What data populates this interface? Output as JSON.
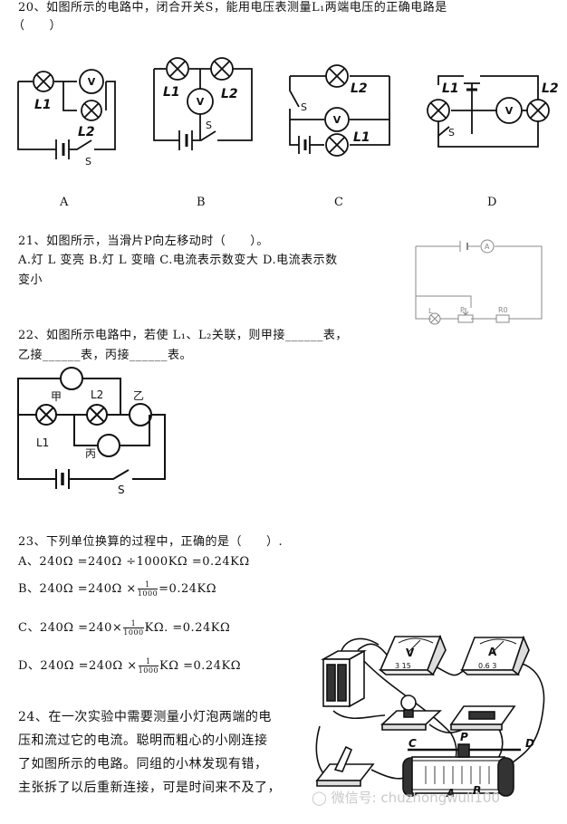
{
  "q20": {
    "line1": "20、如图所示的电路中，闭合开关S，能用电压表测量L₁两端电压的正确电路是",
    "line2": "（　　）",
    "options": [
      "A",
      "B",
      "C",
      "D"
    ],
    "labels": {
      "L1": "L1",
      "L2": "L2",
      "V": "V",
      "S": "S"
    }
  },
  "q21": {
    "line1": "21、如图所示，当滑片P向左移动时（　　）。",
    "line2": "A.灯 L 变亮 B.灯 L 变暗 C.电流表示数变大 D.电流表示数",
    "line3": "变小",
    "labels": {
      "A": "A",
      "L": "L",
      "P": "P",
      "R0": "R0"
    }
  },
  "q22": {
    "line1": "22、如图所示电路中，若使 L₁、L₂关联，则甲接______表，",
    "line2": "乙接______表，丙接______表。",
    "labels": {
      "jia": "甲",
      "L2": "L2",
      "yi": "乙",
      "L1": "L1",
      "bing": "丙",
      "S": "S"
    }
  },
  "q23": {
    "line1": "23、下列单位换算的过程中，正确的是（　　）.",
    "optA": "A、240Ω =240Ω ÷1000KΩ =0.24KΩ",
    "optB_pre": "B、240Ω =240Ω ×",
    "optB_post": "=0.24KΩ",
    "optC_pre": "C、240Ω =240×",
    "optC_post": "KΩ. =0.24KΩ",
    "optD_pre": "D、240Ω =240Ω ×",
    "optD_post": "KΩ =0.24KΩ",
    "frac_num": "1",
    "frac_den": "1000"
  },
  "q24": {
    "lines": [
      "24、在一次实验中需要测量小灯泡两端的电",
      "压和流过它的电流。聪明而粗心的小刚连接",
      "了如图所示的电路。同组的小林发现有错，",
      "主张拆了以后重新连接，可是时间来不及了，"
    ],
    "labels": {
      "V": "V",
      "A": "A",
      "meterV": "3 15",
      "meterA": "0.6 3",
      "C": "C",
      "P": "P",
      "D": "D",
      "A2": "A",
      "B": "B"
    }
  },
  "watermark": "微信号: chuzhongwuli100"
}
